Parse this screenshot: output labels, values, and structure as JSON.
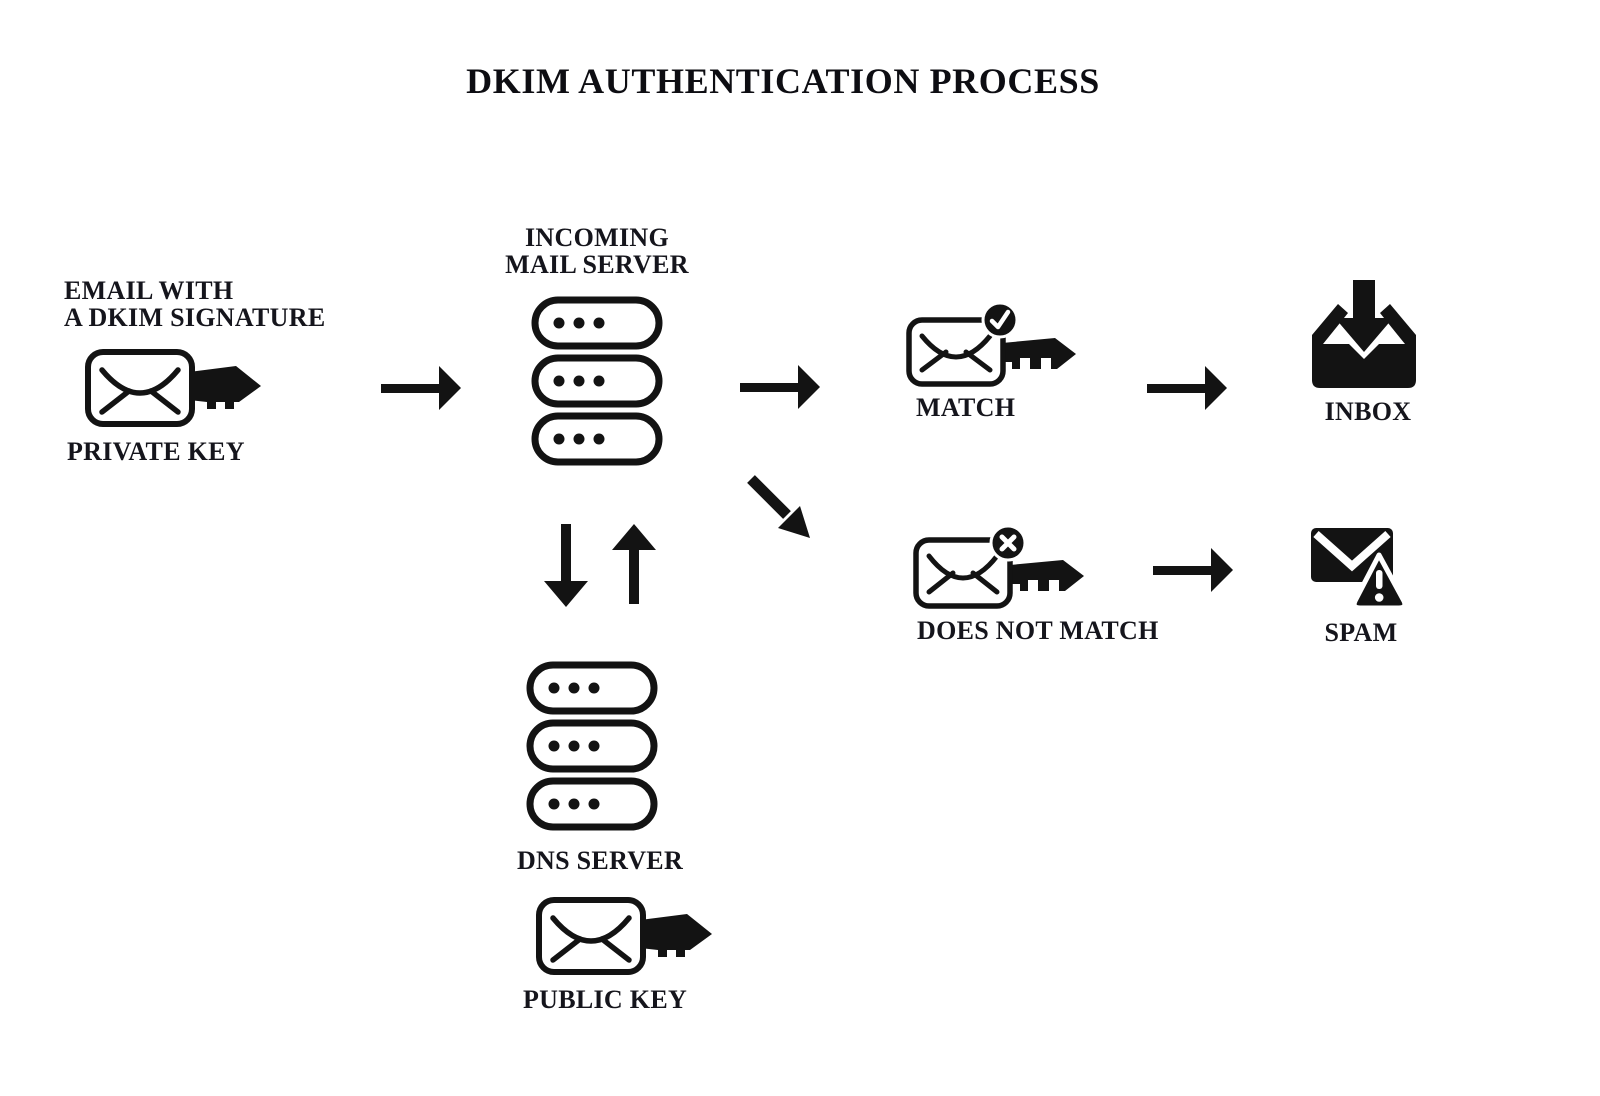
{
  "title": "DKIM AUTHENTICATION PROCESS",
  "colors": {
    "ink": "#131313",
    "label_text": "#15151c",
    "background": "#ffffff",
    "badge_glyph": "#ffffff"
  },
  "nodes": {
    "email_source": {
      "caption_line1": "EMAIL WITH",
      "caption_line2": "A DKIM SIGNATURE",
      "key_label": "PRIVATE KEY",
      "icon": "envelope-key-icon"
    },
    "incoming_mail_server": {
      "label_line1": "INCOMING",
      "label_line2": "MAIL SERVER",
      "icon": "server-stack-icon"
    },
    "dns_server": {
      "label": "DNS SERVER",
      "icon": "server-stack-icon"
    },
    "public_key": {
      "label": "PUBLIC KEY",
      "icon": "envelope-key-icon"
    },
    "match": {
      "label": "MATCH",
      "icon": "envelope-key-check-icon"
    },
    "inbox": {
      "label": "INBOX",
      "icon": "inbox-tray-icon"
    },
    "does_not_match": {
      "label": "DOES NOT MATCH",
      "icon": "envelope-key-cross-icon"
    },
    "spam": {
      "label": "SPAM",
      "icon": "envelope-warning-icon"
    }
  },
  "flow_arrows": [
    {
      "name": "email-to-incoming-server",
      "direction": "right"
    },
    {
      "name": "incoming-server-to-match",
      "direction": "right"
    },
    {
      "name": "match-to-inbox",
      "direction": "right"
    },
    {
      "name": "incoming-server-to-does-not-match",
      "direction": "down-right"
    },
    {
      "name": "does-not-match-to-spam",
      "direction": "right"
    },
    {
      "name": "incoming-server-to-dns-server",
      "direction": "down"
    },
    {
      "name": "dns-server-to-incoming-server",
      "direction": "up"
    }
  ]
}
